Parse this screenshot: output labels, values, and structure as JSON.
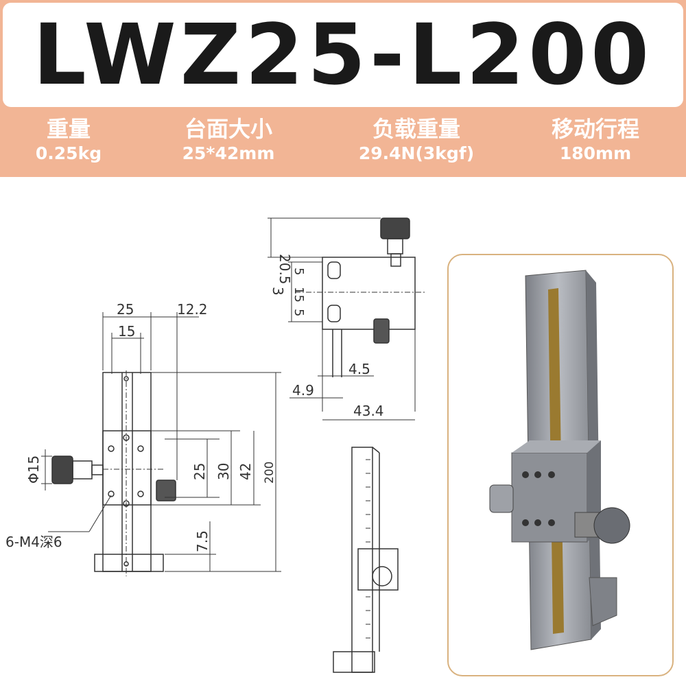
{
  "header": {
    "title": "LWZ25-L200",
    "accent_color": "#f2b595"
  },
  "specs": [
    {
      "label": "重量",
      "value": "0.25kg"
    },
    {
      "label": "台面大小",
      "value": "25*42mm"
    },
    {
      "label": "负载重量",
      "value": "29.4N(3kgf)"
    },
    {
      "label": "移动行程",
      "value": "180mm"
    }
  ],
  "front_view": {
    "dim_25": "25",
    "dim_12_2": "12.2",
    "dim_15": "15",
    "dim_phi15": "Φ15",
    "dim_25v": "25",
    "dim_30": "30",
    "dim_42": "42",
    "dim_200": "200",
    "dim_7_5": "7.5",
    "hole_note": "6-M4深6"
  },
  "side_view": {
    "dim_20_5": "20.5",
    "dim_3": "3",
    "dim_5a": "5",
    "dim_15": "15",
    "dim_5b": "5",
    "dim_4_5": "4.5",
    "dim_4_9": "4.9",
    "dim_43_4": "43.4"
  }
}
